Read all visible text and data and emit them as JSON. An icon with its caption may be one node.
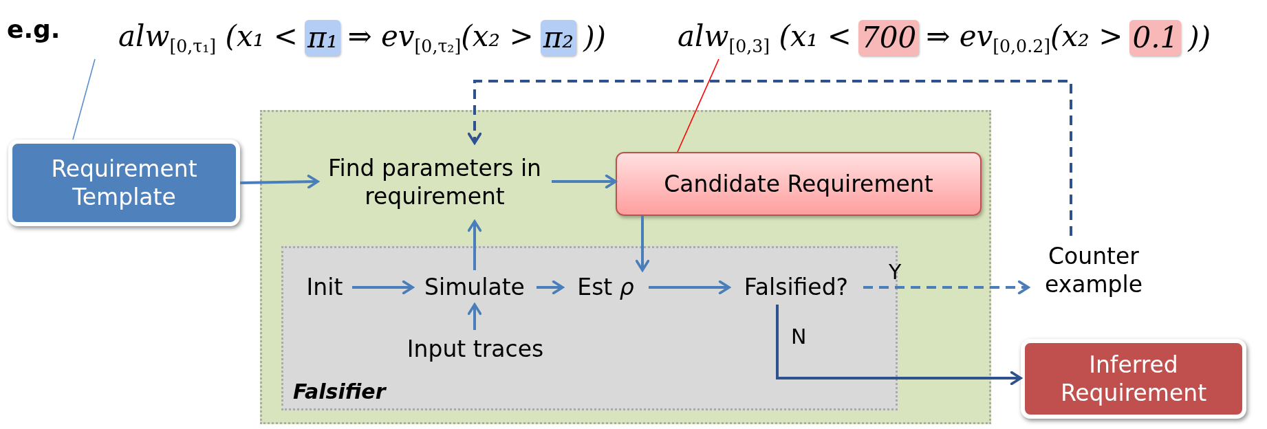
{
  "diagram": {
    "nodes": [
      {
        "text": [
          "alw$_{[0,τ₁]}$ (x₁ <",
          "π₁",
          "⇒ ev$_{[0,τ₂]}$(x₂ >",
          "π₂",
          "))"
        ]
      },
      {
        "text": [
          "alw$_{[0,3]}$ (x₁ <",
          "700",
          "⇒ ev$_{[0,0.2]}$(x₂ >",
          "0.1",
          "))"
        ]
      },
      {
        "text": [],
        "shape": "box"
      },
      {
        "text": [
          "Requirement Template"
        ]
      },
      {
        "text": [
          "Find parameters in requirement"
        ],
        "in": 2
      },
      {
        "text": [
          "Candidate Requirement"
        ],
        "in": 2
      },
      {
        "text": [
          "Counter example"
        ]
      },
      {
        "text": [
          "Falsifier"
        ],
        "in": 2
      },
      {
        "text": [
          "Init"
        ],
        "in": 7
      },
      {
        "text": [
          "Simulate"
        ],
        "in": 7
      },
      {
        "text": [
          "Est *ρ*"
        ],
        "in": 7
      },
      {
        "text": [
          "Falsified?"
        ],
        "in": 7
      },
      {
        "text": [
          "Input traces"
        ],
        "in": 7
      },
      {
        "text": [
          "Inferred Requirement"
        ]
      }
    ],
    "edges": [
      {
        "from": 0,
        "to": 3,
        "arrow": "none",
        "color": "#5b8fd0"
      },
      {
        "from": 1,
        "to": 5,
        "arrow": "none",
        "color": "#ff0000"
      },
      {
        "from": 3,
        "to": 4,
        "arrow": "to"
      },
      {
        "from": 4,
        "to": 5,
        "arrow": "to"
      },
      {
        "from": 5,
        "to": 10,
        "arrow": "to"
      },
      {
        "from": 9,
        "to": 4,
        "arrow": "to"
      },
      {
        "from": 12,
        "to": 9,
        "arrow": "to"
      },
      {
        "from": 8,
        "to": 9,
        "arrow": "to"
      },
      {
        "from": 9,
        "to": 10,
        "arrow": "to"
      },
      {
        "from": 10,
        "to": 11,
        "arrow": "to"
      },
      {
        "from": 11,
        "to": 6,
        "arrow": "to",
        "label": "Y",
        "style": "dashed"
      },
      {
        "from": 11,
        "to": 13,
        "arrow": "to",
        "label": "N",
        "color": "#2f528f"
      },
      {
        "from": 6,
        "to": 4,
        "arrow": "to",
        "style": "dashed",
        "color": "#2f528f"
      }
    ],
    "labels": [
      "e.g."
    ]
  }
}
